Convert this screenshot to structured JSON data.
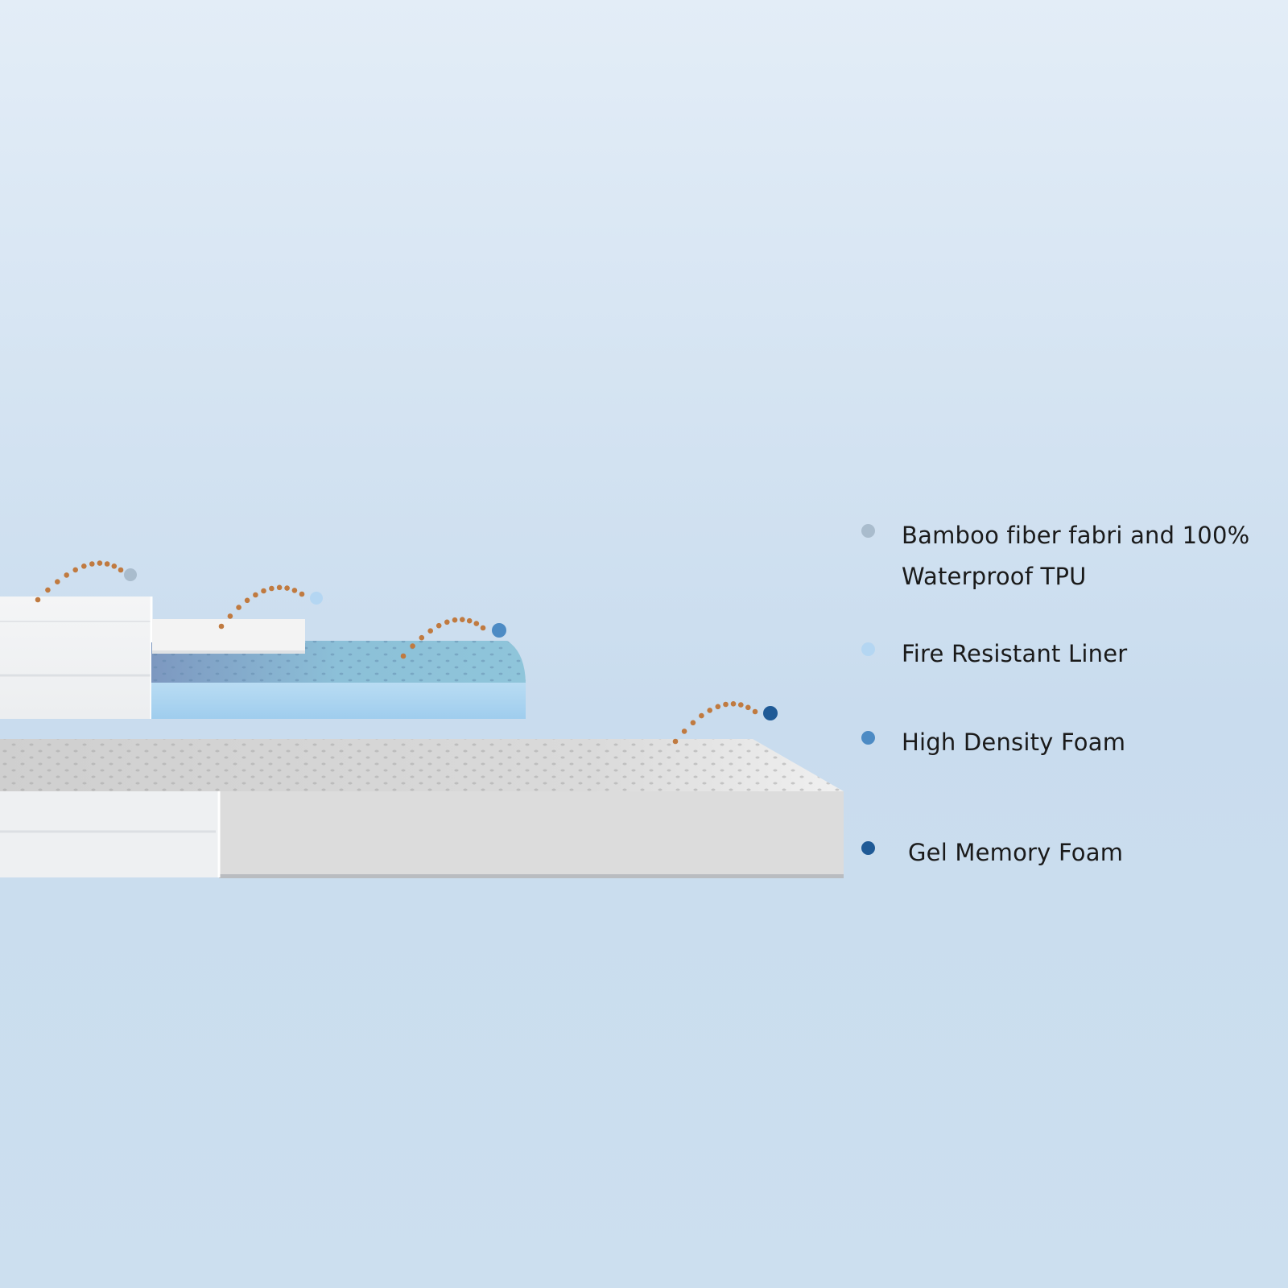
{
  "colors": {
    "background_top": "#e3edf7",
    "background_bottom": "#ccdfef",
    "connector": "#c07a40",
    "marker_bamboo": "#a9bccd",
    "marker_liner": "#b4d6f2",
    "marker_high_density": "#4d8bc4",
    "marker_gel": "#1f5a96"
  },
  "layers": [
    {
      "id": "bamboo",
      "label": "Bamboo fiber fabri and 100% Waterproof TPU",
      "marker_color": "#a9bccd"
    },
    {
      "id": "liner",
      "label": "Fire Resistant Liner",
      "marker_color": "#b4d6f2"
    },
    {
      "id": "high_density",
      "label": "High Density Foam",
      "marker_color": "#4d8bc4"
    },
    {
      "id": "gel",
      "label": "Gel Memory Foam",
      "marker_color": "#1f5a96"
    }
  ]
}
